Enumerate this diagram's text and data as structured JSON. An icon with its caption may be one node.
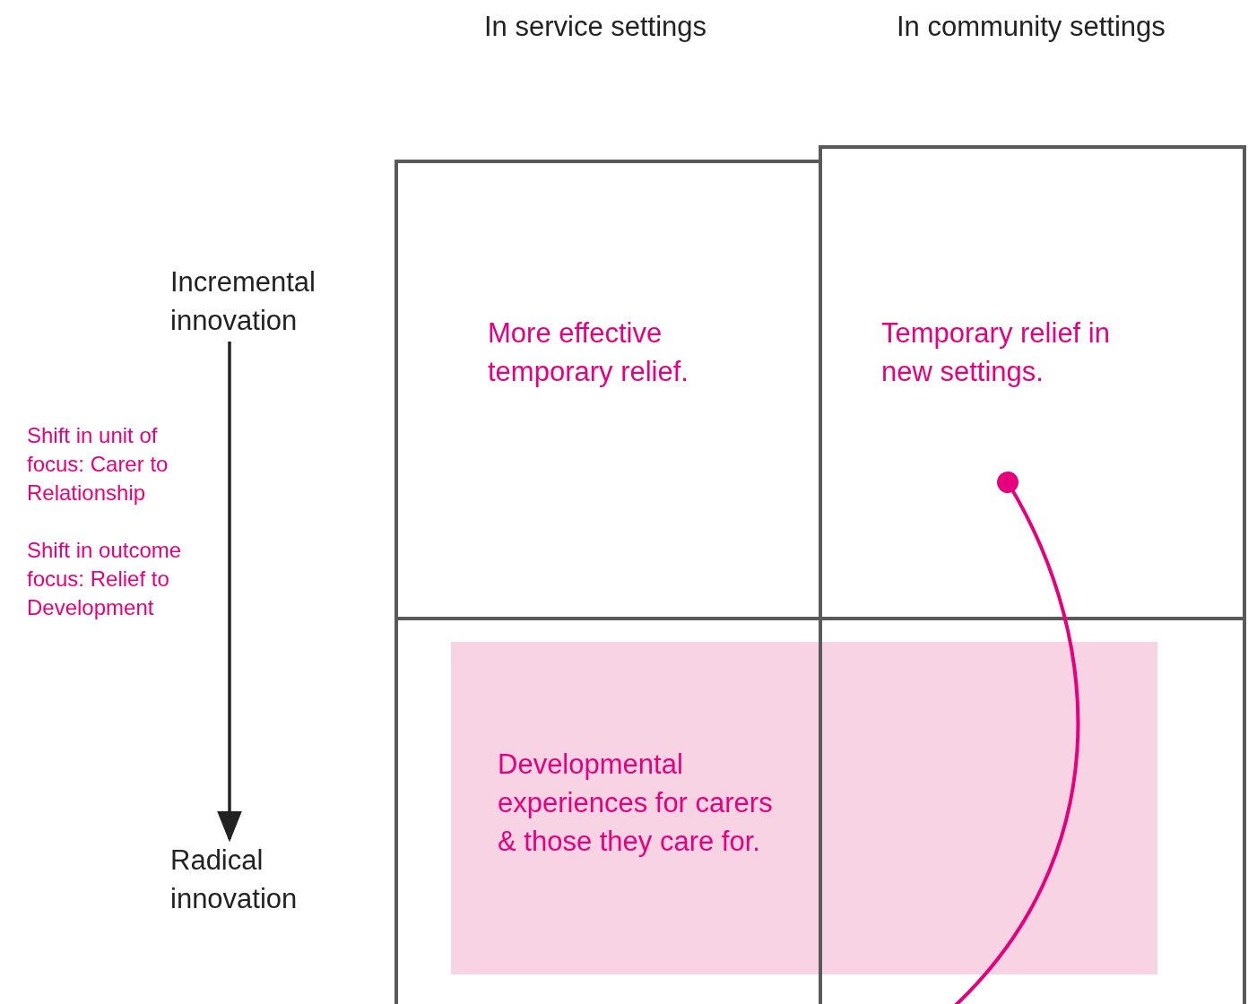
{
  "diagram": {
    "nodes": [
      {
        "text": [
          "Incremental innovation"
        ]
      },
      {
        "text": [
          "Radical innovation"
        ]
      },
      {
        "text": [
          "More effective temporary relief."
        ]
      },
      {
        "text": [
          "Temporary relief in new settings."
        ]
      },
      {
        "text": [
          "Developmental experiences for carers & those they care for."
        ]
      }
    ],
    "edges": [
      {
        "from": 0,
        "to": 1,
        "arrow": "to"
      },
      {
        "from": 3,
        "to": null,
        "arrow": "other",
        "color": "#e6007e"
      }
    ],
    "labels": [
      "In service settings",
      "In community settings",
      "Shift in unit of focus: Carer to Relationship",
      "Shift in outcome focus: Relief to Development"
    ]
  }
}
